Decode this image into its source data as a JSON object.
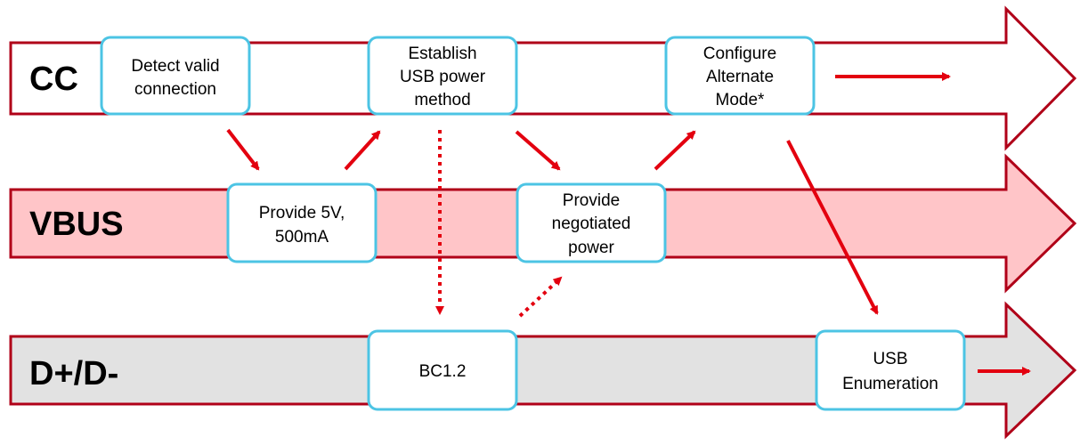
{
  "colors": {
    "outline": "#b00018",
    "arrow": "#e3000f",
    "box_border": "#4cc4e4",
    "cc_fill": "#ffffff",
    "vbus_fill": "#ffc5c8",
    "dd_fill": "#e2e2e2"
  },
  "lanes": [
    {
      "id": "cc",
      "label": "CC"
    },
    {
      "id": "vbus",
      "label": "VBUS"
    },
    {
      "id": "dd",
      "label": "D+/D-"
    }
  ],
  "boxes": {
    "detect": [
      "Detect valid",
      "connection"
    ],
    "establish": [
      "Establish",
      "USB power",
      "method"
    ],
    "configure": [
      "Configure",
      "Alternate",
      "Mode*"
    ],
    "provide5v": [
      "Provide 5V,",
      "500mA"
    ],
    "negotiated": [
      "Provide",
      "negotiated",
      "power"
    ],
    "bc12": [
      "BC1.2"
    ],
    "usbenum": [
      "USB",
      "Enumeration"
    ]
  }
}
